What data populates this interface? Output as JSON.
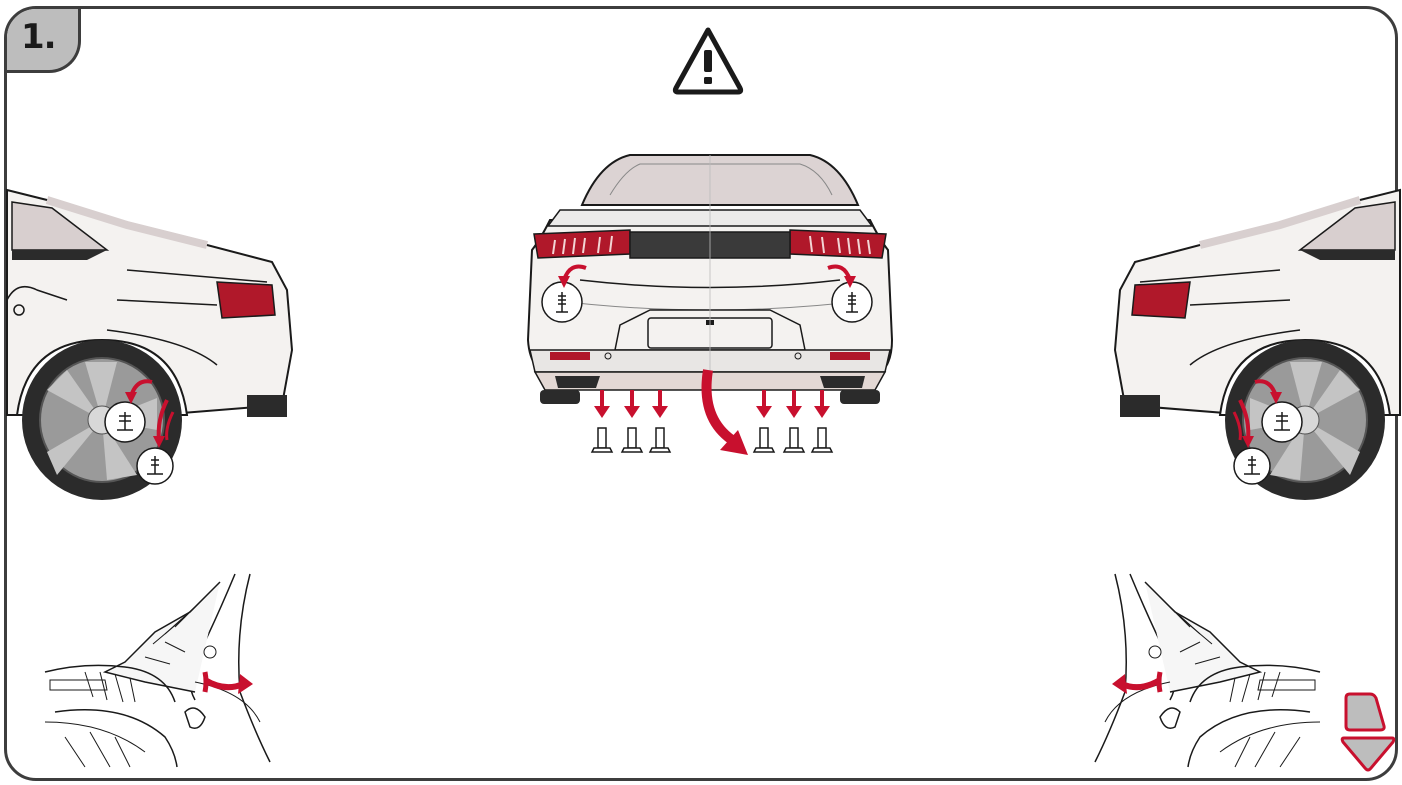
{
  "step": {
    "number": "1."
  },
  "icons": {
    "warning": "warning-triangle-icon",
    "nav": "next-step-arrow-icon"
  },
  "colors": {
    "frame": "#3d3d3d",
    "tab": "#bdbdbd",
    "arrow_red": "#c8102e",
    "taillight_red": "#b0182a",
    "car_body": "#f4f2f0",
    "glass": "#d8cfcf",
    "tire": "#2b2b2b"
  },
  "panels": [
    {
      "name": "rear-left-wheel-arch-view"
    },
    {
      "name": "rear-center-view"
    },
    {
      "name": "rear-right-wheel-arch-view"
    },
    {
      "name": "left-arch-liner-detail"
    },
    {
      "name": "right-arch-liner-detail"
    }
  ]
}
